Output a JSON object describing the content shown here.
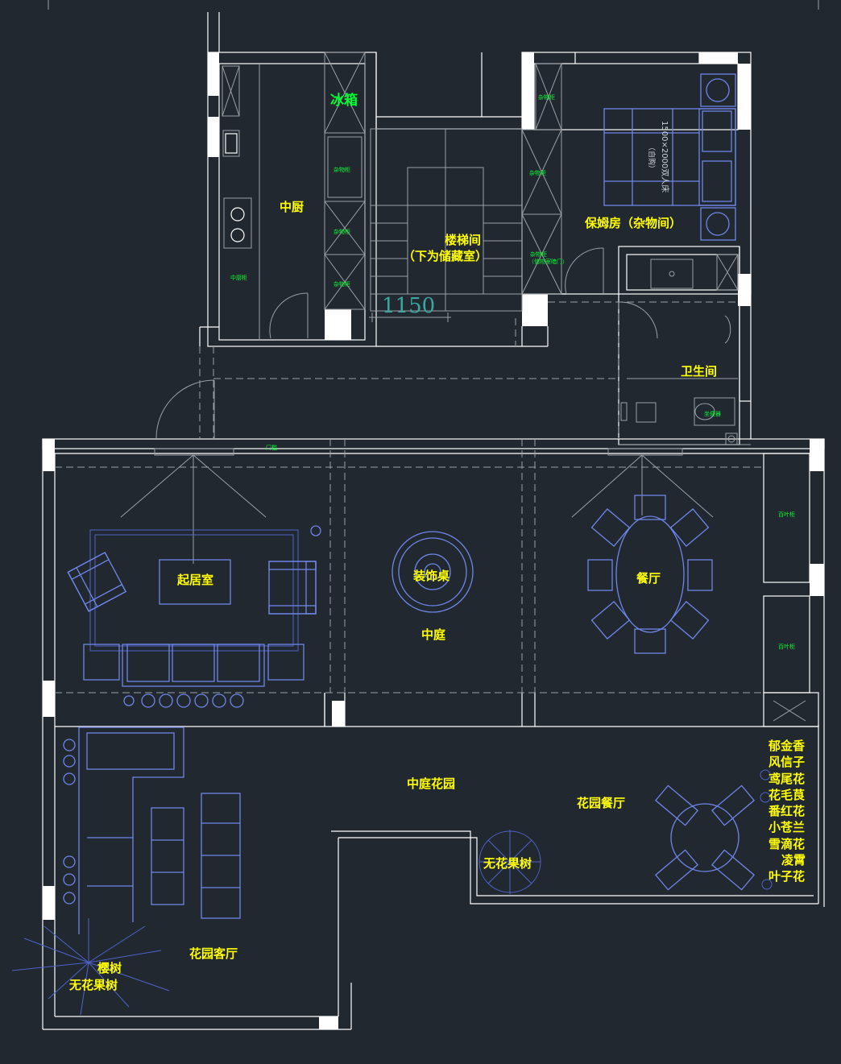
{
  "rooms": {
    "kitchen": "中厨",
    "fridge": "冰箱",
    "stairs": "楼梯间",
    "stairs_note": "（下为储藏室）",
    "nanny_room": "保姆房（杂物间）",
    "bathroom": "卫生间",
    "living_room": "起居室",
    "decor_table": "装饰桌",
    "courtyard": "中庭",
    "dining_room": "餐厅",
    "courtyard_garden": "中庭花园",
    "garden_dining": "花园餐厅",
    "garden_living": "花园客厅",
    "fig_tree_center": "无花果树",
    "cherry_tree": "樱树",
    "fig_tree_corner": "无花果树"
  },
  "flowers": [
    "郁金香",
    "风信子",
    "鸢尾花",
    "花毛茛",
    "番红花",
    "小苍兰",
    "雪滴花",
    "凌霄",
    "叶子花"
  ],
  "dimension": "1150",
  "bed_note": "1500×2000双人床",
  "bed_note_2": "（自购）",
  "cabinet_labels": {
    "kitchen_cab": "中厨柜",
    "fridge_cab_1": "杂物柜",
    "fridge_cab_2": "杂物柜",
    "fridge_cab_3": "杂物柜",
    "nanny_cab_1": "杂物柜",
    "nanny_cab_2": "杂物柜",
    "nanny_cab_3": "杂物柜",
    "nanny_cab_3b": "（储物室暗门）",
    "toilet": "坐便器",
    "door_sill": "门槛",
    "side_cab_1": "百叶柜",
    "side_cab_2": "百叶柜"
  },
  "colors": {
    "background": "#212830",
    "wall": "#ffffff",
    "line": "#9aa0a6",
    "furniture": "#6f86e8",
    "room_label": "#ffff00",
    "cabinet_label": "#00ff33",
    "dimension": "#3aa6a0"
  }
}
